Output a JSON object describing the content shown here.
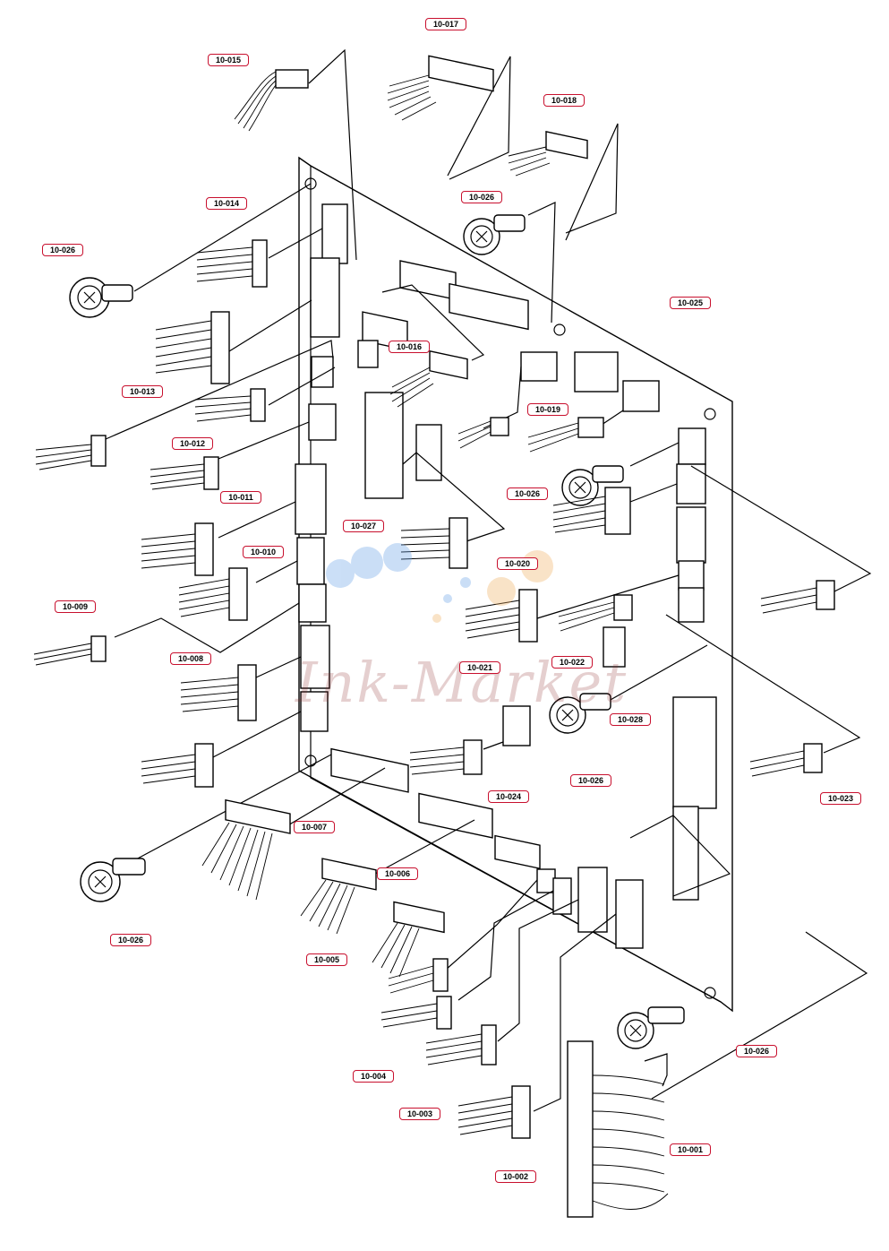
{
  "diagram": {
    "watermark": "Ink-Market",
    "colors": {
      "label_border": "#c8102e",
      "line": "#000000",
      "watermark": "#8b2b2b"
    },
    "labels": [
      "10-001",
      "10-002",
      "10-003",
      "10-004",
      "10-005",
      "10-006",
      "10-007",
      "10-008",
      "10-009",
      "10-010",
      "10-011",
      "10-012",
      "10-013",
      "10-014",
      "10-015",
      "10-016",
      "10-017",
      "10-018",
      "10-019",
      "10-020",
      "10-021",
      "10-022",
      "10-023",
      "10-024",
      "10-025",
      "10-026",
      "10-027",
      "10-028"
    ]
  }
}
